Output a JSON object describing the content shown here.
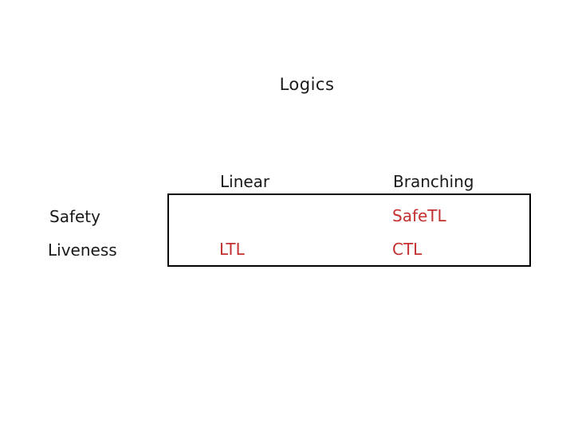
{
  "title": "Logics",
  "table": {
    "column_headers": [
      "Linear",
      "Branching"
    ],
    "row_headers": [
      "Safety",
      "Liveness"
    ],
    "cells": {
      "safety_linear": "",
      "safety_branching": "SafeTL",
      "liveness_linear": "LTL",
      "liveness_branching": "CTL"
    }
  },
  "colors": {
    "background": "#ffffff",
    "text": "#1a1a1a",
    "highlight_text": "#c42f2f",
    "table_border": "#000000"
  }
}
